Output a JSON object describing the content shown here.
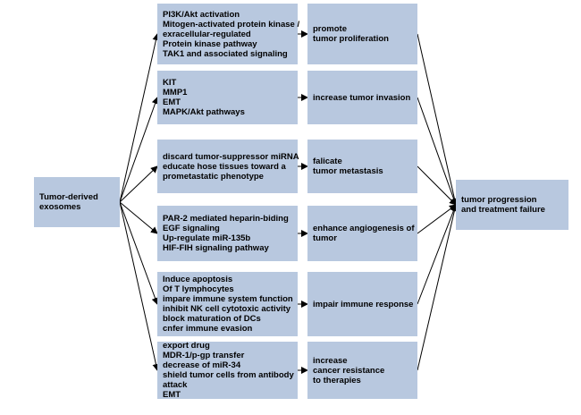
{
  "source": {
    "lines": [
      "Tumor-derived",
      "exosomes"
    ]
  },
  "target": {
    "lines": [
      "tumor progression",
      "and treatment failure"
    ]
  },
  "mechanisms": [
    [
      "PI3K/Akt activation",
      "Mitogen-activated protein kinase /",
      "exracellular-regulated",
      "Protein kinase pathway",
      "TAK1 and associated signaling"
    ],
    [
      "KIT",
      "MMP1",
      "EMT",
      "MAPK/Akt pathways"
    ],
    [
      "discard tumor-suppressor miRNA",
      "educate hose tissues toward a",
      "prometastatic phenotype"
    ],
    [
      "PAR-2 mediated heparin-biding",
      "EGF signaling",
      "Up-regulate miR-135b",
      "HIF-FIH signaling pathway"
    ],
    [
      "Induce apoptosis",
      "Of T lymphocytes",
      "impare immune system function",
      "inhibit NK cell cytotoxic activity",
      "block maturation of DCs",
      "cnfer immune evasion"
    ],
    [
      "export drug",
      "MDR-1/p-gp transfer",
      "decrease of miR-34",
      "shield tumor cells from antibody",
      "attack",
      "EMT"
    ]
  ],
  "outcomes": [
    [
      "promote",
      "tumor proliferation"
    ],
    [
      "increase tumor invasion"
    ],
    [
      "falicate",
      "tumor metastasis"
    ],
    [
      "enhance angiogenesis of",
      "tumor"
    ],
    [
      "impair immune response"
    ],
    [
      "increase",
      "cancer resistance",
      "to therapies"
    ]
  ],
  "colors": {
    "box_fill": "#b8c8df",
    "arrow": "#000000"
  }
}
